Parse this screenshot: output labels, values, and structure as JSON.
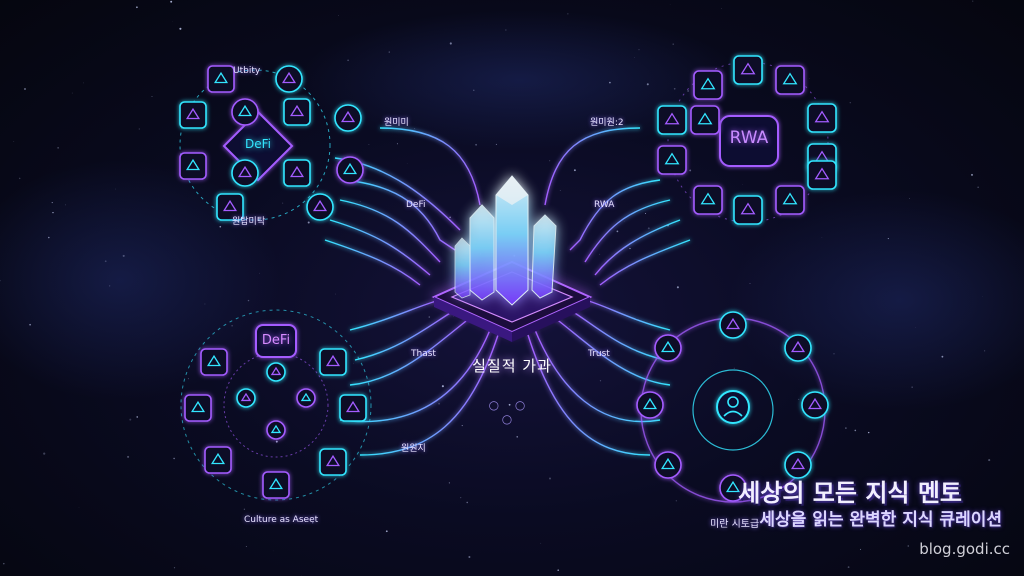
{
  "center": {
    "title": "실질적 가과",
    "dots": "○ ○ ○"
  },
  "quadrants": {
    "top_left": {
      "hub": "DeFi",
      "top_label": "Utbity",
      "bottom_label": "원탑미탁"
    },
    "top_right": {
      "hub": "RWA"
    },
    "bottom_left": {
      "hub": "DeFi",
      "caption": "Culture as Aseet"
    },
    "bottom_right": {
      "caption": "미란 시토급"
    }
  },
  "connector_labels": {
    "tl_upper": "원미미",
    "tl_lower": "DeFi",
    "tr_upper": "원미원:2",
    "tr_lower": "RWA",
    "bl_upper": "Thast",
    "bl_lower": "원원지",
    "br_upper": "Trust"
  },
  "watermark": {
    "title": "세상의 모든 지식 멘토",
    "subtitle": "세상을 읽는 완벽한 지식 큐레이션",
    "url": "blog.godi.cc"
  },
  "colors": {
    "cyan": "#33e6ff",
    "violet": "#a45cff",
    "magenta": "#d86bff",
    "bg": "#07091a"
  }
}
